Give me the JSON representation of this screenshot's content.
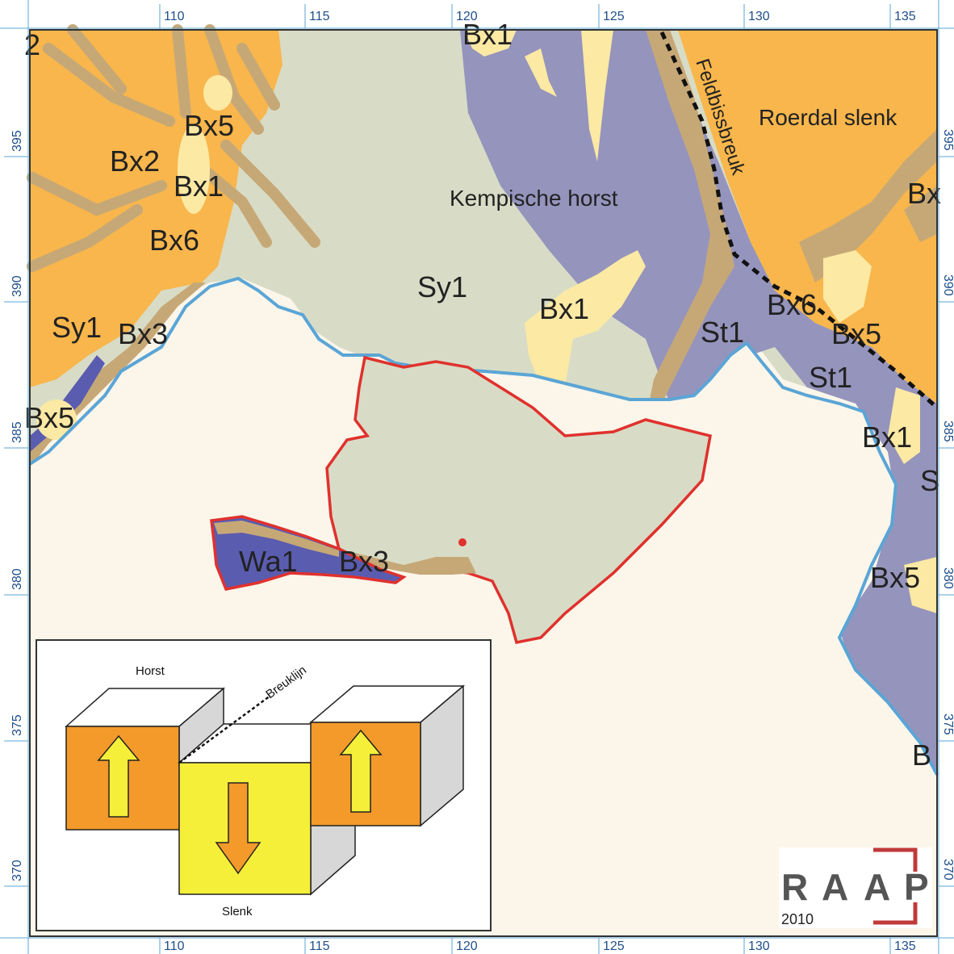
{
  "map": {
    "labels": {
      "roerdal_slenk": "Roerdal slenk",
      "kempische_horst": "Kempische horst",
      "feldbissbreuk": "Feldbissbreuk",
      "top_left_fragment": "2",
      "bx5_a": "Bx5",
      "bx2_a": "Bx2",
      "bx1_a": "Bx1",
      "bx6_a": "Bx6",
      "sy1_a": "Sy1",
      "bx3_a": "Bx3",
      "bx5_b": "Bx5",
      "bx1_top": "Bx1",
      "sy1_b": "Sy1",
      "bx1_b": "Bx1",
      "st1_a": "St1",
      "bx6_b": "Bx6",
      "bx5_c": "Bx5",
      "st1_b": "St1",
      "bx1_c": "Bx1",
      "s_fragment": "S",
      "bx5_d": "Bx5",
      "b_fragment": "B",
      "bx_right_fragment": "Bx",
      "wa1": "Wa1",
      "bx3_b": "Bx3"
    },
    "x_ticks": [
      "110",
      "115",
      "120",
      "125",
      "130",
      "135"
    ],
    "y_ticks": [
      "395",
      "390",
      "385",
      "380",
      "375",
      "370"
    ]
  },
  "inset": {
    "horst": "Horst",
    "slenk": "Slenk",
    "breuklijn": "Breuklijn"
  },
  "logo": {
    "year": "2010",
    "letters": "RAAP"
  },
  "colors": {
    "orange": "#f8b64c",
    "tan": "#c6a877",
    "pale_green": "#d8dcc6",
    "purple": "#9594bd",
    "pale_yellow": "#fbe9a4",
    "cream": "#fcf6ea",
    "blue_boundary": "#5aa5d6",
    "red_boundary": "#e0312d",
    "dark_blue": "#5a5cb0"
  }
}
